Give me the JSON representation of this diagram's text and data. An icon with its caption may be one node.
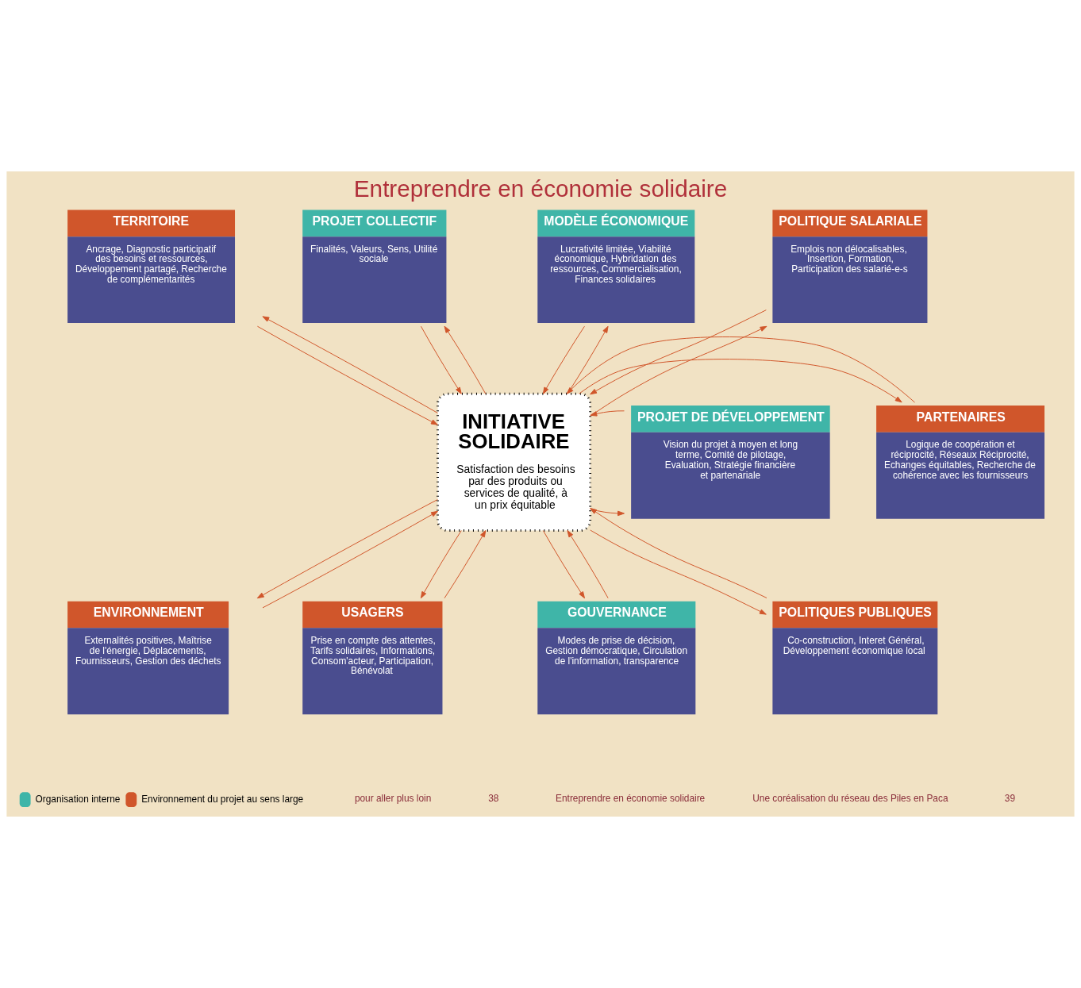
{
  "diagram": {
    "title": "Entreprendre en économie solidaire",
    "nodes": [
      {
        "text": [
          "TERRITOIRE",
          "Ancrage, Diagnostic participatif des besoins et ressources, Développement partagé, Recherche de complémentarités"
        ]
      },
      {
        "text": [
          "PROJET COLLECTIF",
          "Finalités, Valeurs, Sens, Utilité sociale"
        ]
      },
      {
        "text": [
          "MODÈLE ÉCONOMIQUE",
          "Lucrativité limitée, Viabilité économique, Hybridation des ressources, Commercialisation, Finances solidaires"
        ]
      },
      {
        "text": [
          "POLITIQUE SALARIALE",
          "Emplois non délocalisables, Insertion, Formation, Participation des salarié-e-s"
        ]
      },
      {
        "text": [
          "PARTENAIRES",
          "Logique de coopération et réciprocité, Réseaux Réciprocité, Echanges équitables, Recherche de cohérence avec les fournisseurs"
        ]
      },
      {
        "text": [
          "INITIATIVE SOLIDAIRE",
          "Satisfaction des besoins par des produits ou services de qualité, à un prix équitable"
        ]
      },
      {
        "text": [
          "PROJET DE DÉVELOPPEMENT",
          "Vision du projet à moyen et long terme, Comité de pilotage, Evaluation, Stratégie financière et partenariale"
        ]
      },
      {
        "text": [
          "ENVIRONNEMENT",
          "Externalités positives, Maîtrise de l'énergie, Déplacements, Fournisseurs, Gestion des déchets"
        ]
      },
      {
        "text": [
          "USAGERS",
          "Prise en compte des attentes, Tarifs solidaires, Informations, Consom'acteur, Participation, Bénévolat"
        ]
      },
      {
        "text": [
          "GOUVERNANCE",
          "Modes de prise de décision, Gestion démocratique, Circulation de l'information, transparence"
        ]
      },
      {
        "text": [
          "POLITIQUES PUBLIQUES",
          "Co-construction, Interet Général, Développement économique local"
        ]
      }
    ],
    "edges": [
      {
        "from": 0,
        "to": 5,
        "arrow": "to"
      },
      {
        "from": 5,
        "to": 0,
        "arrow": "to"
      },
      {
        "from": 1,
        "to": 5,
        "arrow": "to"
      },
      {
        "from": 5,
        "to": 1,
        "arrow": "to"
      },
      {
        "from": 2,
        "to": 5,
        "arrow": "to"
      },
      {
        "from": 5,
        "to": 2,
        "arrow": "to"
      },
      {
        "from": 3,
        "to": 5,
        "arrow": "to"
      },
      {
        "from": 5,
        "to": 3,
        "arrow": "to"
      },
      {
        "from": 5,
        "to": 4,
        "arrow": "to"
      },
      {
        "from": 4,
        "to": 5,
        "arrow": "to"
      },
      {
        "from": 5,
        "to": 6,
        "arrow": "to"
      },
      {
        "from": 6,
        "to": 5,
        "arrow": "to"
      },
      {
        "from": 7,
        "to": 5,
        "arrow": "to"
      },
      {
        "from": 5,
        "to": 7,
        "arrow": "to"
      },
      {
        "from": 8,
        "to": 5,
        "arrow": "to"
      },
      {
        "from": 5,
        "to": 8,
        "arrow": "to"
      },
      {
        "from": 5,
        "to": 9,
        "arrow": "to"
      },
      {
        "from": 9,
        "to": 5,
        "arrow": "to"
      },
      {
        "from": 5,
        "to": 10,
        "arrow": "to"
      },
      {
        "from": 10,
        "to": 5,
        "arrow": "to"
      }
    ],
    "labels": [
      "pour aller plus loin",
      "38",
      "Entreprendre en économie solidaire",
      "Une coréalisation du réseau des Piles en Paca",
      "39"
    ],
    "legend": [
      {
        "text": "Organisation interne",
        "color": "#3fb5a8"
      },
      {
        "text": "Environnement du projet au sens large",
        "color": "#d0562b"
      }
    ]
  }
}
